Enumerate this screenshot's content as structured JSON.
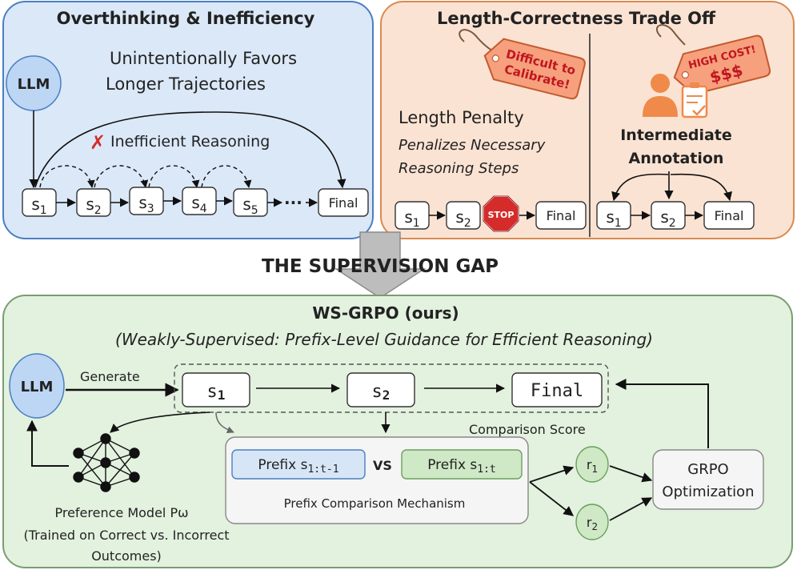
{
  "panel_overthinking": {
    "title": "Overthinking & Inefficiency",
    "llm": "LLM",
    "subtitle_line1": "Unintentionally Favors",
    "subtitle_line2": "Longer Trajectories",
    "cross_mark": "✗",
    "inefficient_label": "Inefficient Reasoning",
    "steps": [
      "s",
      "s",
      "s",
      "s",
      "s"
    ],
    "step_subs": [
      "1",
      "2",
      "3",
      "4",
      "5"
    ],
    "ellipsis": "···",
    "final": "Final"
  },
  "panel_tradeoff": {
    "title": "Length-Correctness Trade Off",
    "tag_left_line1": "Difficult to",
    "tag_left_line2": "Calibrate!",
    "length_penalty": "Length Penalty",
    "penalty_desc_line1": "Penalizes Necessary",
    "penalty_desc_line2": "Reasoning Steps",
    "stop_sign": "STOP",
    "left_steps": [
      "s",
      "s"
    ],
    "left_subs": [
      "1",
      "2"
    ],
    "left_final": "Final",
    "tag_right_line1": "HIGH COST!",
    "tag_right_line2": "$$$",
    "annotation_line1": "Intermediate",
    "annotation_line2": "Annotation",
    "right_steps": [
      "s",
      "s"
    ],
    "right_subs": [
      "1",
      "2"
    ],
    "right_final": "Final"
  },
  "gap_title": "THE SUPERVISION GAP",
  "panel_wsgrpo": {
    "title": "WS-GRPO (ours)",
    "subtitle": "(Weakly-Supervised: Prefix-Level Guidance for Efficient Reasoning)",
    "llm": "LLM",
    "generate": "Generate",
    "steps": [
      "s",
      "s"
    ],
    "step_subs": [
      "1",
      "2"
    ],
    "final": "Final",
    "comparison_score": "Comparison Score",
    "prefix_left": "Prefix s",
    "prefix_left_sub": "1:t-1",
    "vs": "VS",
    "prefix_right": "Prefix s",
    "prefix_right_sub": "1:t",
    "mechanism": "Prefix Comparison Mechanism",
    "reward1": "r",
    "reward1_sub": "1",
    "reward2": "r",
    "reward2_sub": "2",
    "grpo_line1": "GRPO",
    "grpo_line2": "Optimization",
    "pref_model": "Preference Model Pω",
    "pref_desc_line1": "(Trained on Correct vs. Incorrect",
    "pref_desc_line2": "Outcomes)"
  },
  "colors": {
    "blue_panel": "#dbe8f8",
    "blue_border": "#4a7fc1",
    "orange_panel": "#fbe3d3",
    "orange_border": "#d98a52",
    "green_panel": "#e3f1df",
    "green_border": "#7a9d72",
    "llm_fill": "#bcd6f4",
    "tag_fill": "#f6a07d",
    "stop_red": "#d52b2b",
    "prefix_blue": "#d7e6f7",
    "prefix_green": "#cfe8c6"
  }
}
